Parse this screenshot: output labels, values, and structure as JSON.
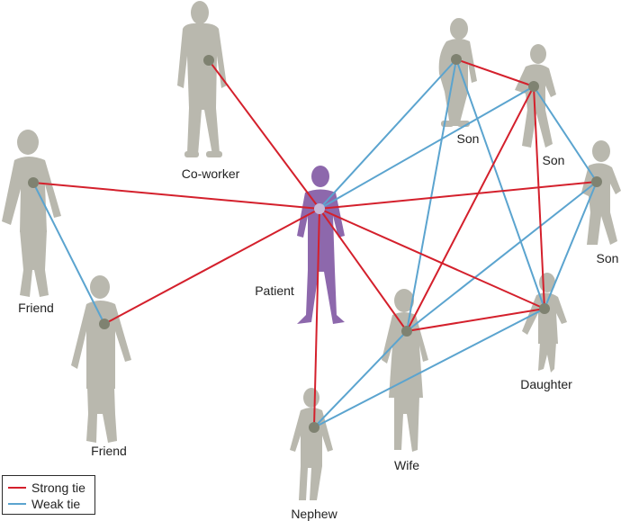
{
  "nodes": [
    {
      "id": "patient",
      "label": "Patient"
    },
    {
      "id": "coworker",
      "label": "Co-worker"
    },
    {
      "id": "friend1",
      "label": "Friend"
    },
    {
      "id": "friend2",
      "label": "Friend"
    },
    {
      "id": "son1",
      "label": "Son"
    },
    {
      "id": "son2",
      "label": "Son"
    },
    {
      "id": "son3",
      "label": "Son"
    },
    {
      "id": "daughter",
      "label": "Daughter"
    },
    {
      "id": "wife",
      "label": "Wife"
    },
    {
      "id": "nephew",
      "label": "Nephew"
    }
  ],
  "edges": [
    {
      "from": "patient",
      "to": "coworker",
      "type": "strong"
    },
    {
      "from": "patient",
      "to": "friend1",
      "type": "strong"
    },
    {
      "from": "patient",
      "to": "friend2",
      "type": "strong"
    },
    {
      "from": "patient",
      "to": "son3",
      "type": "strong"
    },
    {
      "from": "patient",
      "to": "wife",
      "type": "strong"
    },
    {
      "from": "patient",
      "to": "daughter",
      "type": "strong"
    },
    {
      "from": "patient",
      "to": "nephew",
      "type": "strong"
    },
    {
      "from": "son1",
      "to": "son2",
      "type": "strong"
    },
    {
      "from": "son2",
      "to": "wife",
      "type": "strong"
    },
    {
      "from": "son2",
      "to": "daughter",
      "type": "strong"
    },
    {
      "from": "wife",
      "to": "daughter",
      "type": "strong"
    },
    {
      "from": "patient",
      "to": "son1",
      "type": "weak"
    },
    {
      "from": "patient",
      "to": "son2",
      "type": "weak"
    },
    {
      "from": "friend1",
      "to": "friend2",
      "type": "weak"
    },
    {
      "from": "son1",
      "to": "wife",
      "type": "weak"
    },
    {
      "from": "son1",
      "to": "daughter",
      "type": "weak"
    },
    {
      "from": "son2",
      "to": "son3",
      "type": "weak"
    },
    {
      "from": "son3",
      "to": "wife",
      "type": "weak"
    },
    {
      "from": "son3",
      "to": "daughter",
      "type": "weak"
    },
    {
      "from": "nephew",
      "to": "wife",
      "type": "weak"
    },
    {
      "from": "nephew",
      "to": "daughter",
      "type": "weak"
    }
  ],
  "legend": {
    "strong_label": "Strong tie",
    "weak_label": "Weak tie"
  },
  "colors": {
    "strong": "#d4202c",
    "weak": "#5ba4cf",
    "person": "#b9b8ae",
    "patient": "#8d68ac"
  }
}
